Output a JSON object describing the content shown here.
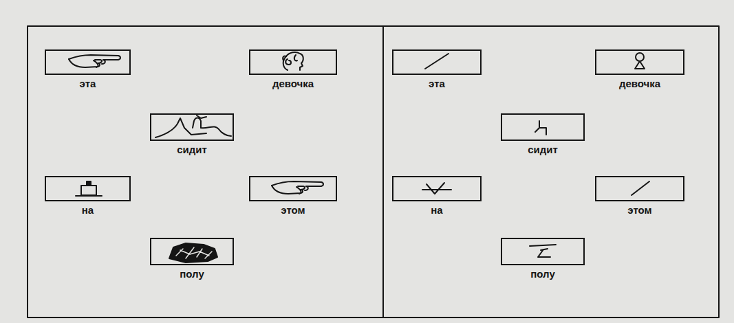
{
  "diagram": {
    "nodes": [
      {
        "text": [
          "эта"
        ]
      },
      {
        "text": [
          "девочка"
        ]
      },
      {
        "text": [
          "сидит"
        ]
      },
      {
        "text": [
          "на"
        ]
      },
      {
        "text": [
          "этом"
        ]
      },
      {
        "text": [
          "полу"
        ]
      },
      {
        "text": [
          "эта"
        ]
      },
      {
        "text": [
          "девочка"
        ]
      },
      {
        "text": [
          "сидит"
        ]
      },
      {
        "text": [
          "на"
        ]
      },
      {
        "text": [
          "этом"
        ]
      },
      {
        "text": [
          "полу"
        ]
      }
    ]
  }
}
